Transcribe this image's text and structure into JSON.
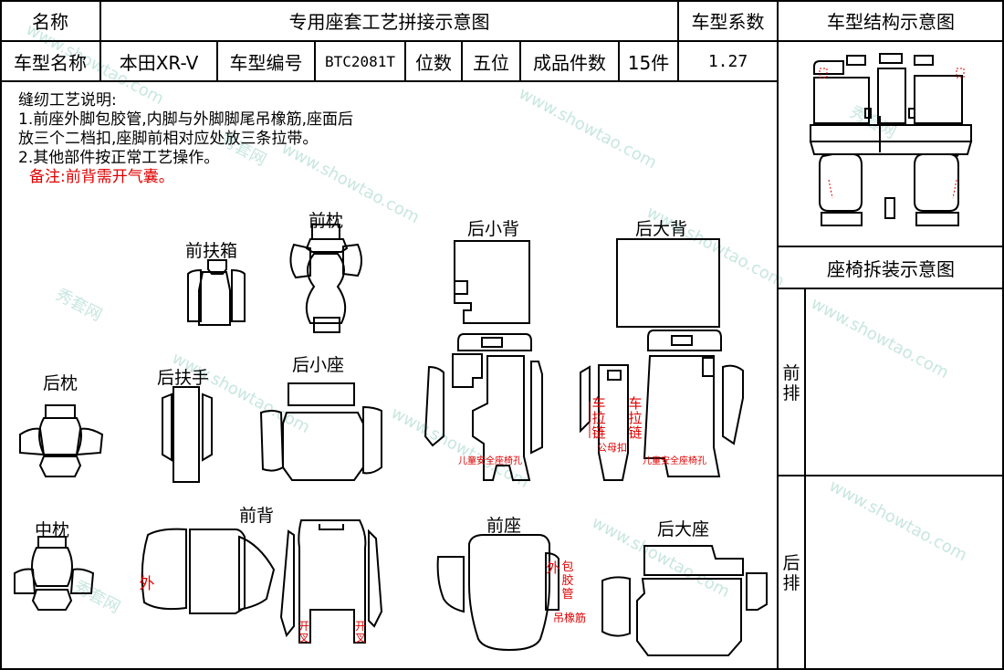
{
  "header": {
    "col_name": "名称",
    "title": "专用座套工艺拼接示意图",
    "coef_label": "车型系数",
    "structure_label": "车型结构示意图"
  },
  "info": {
    "model_label": "车型名称",
    "model_value": "本田XR-V",
    "code_label": "车型编号",
    "code_value": "BTC2081T",
    "seats_label": "位数",
    "seats_value": "五位",
    "pieces_label": "成品件数",
    "pieces_value": "15件",
    "coef_value": "1.27"
  },
  "notes": {
    "heading": "缝纫工艺说明:",
    "line1": "1.前座外脚包胶管,内脚与外脚脚尾吊橡筋,座面后",
    "line2": "放三个二档扣,座脚前相对应处放三条拉带。",
    "line3": "2.其他部件按正常工艺操作。",
    "remark": "备注:前背需开气囊。"
  },
  "parts": {
    "front_armrest_box": "前扶箱",
    "front_pillow": "前枕",
    "rear_small_back": "后小背",
    "rear_big_back": "后大背",
    "rear_pillow": "后枕",
    "rear_armrest": "后扶手",
    "rear_small_seat": "后小座",
    "middle_pillow": "中枕",
    "front_back": "前背",
    "front_seat": "前座",
    "rear_big_seat": "后大座"
  },
  "annotations": {
    "zipper_left": "车拉链",
    "zipper_right": "车拉链",
    "male_female_buckle": "公母扣",
    "child_seat_hole_1": "儿童安全座椅孔",
    "child_seat_hole_2": "儿童安全座椅孔",
    "outer": "外",
    "slit_left": "开叉",
    "slit_right": "开叉",
    "outer_tube": "外",
    "wrap_tube": "包胶管",
    "hang_elastic": "吊橡筋"
  },
  "right_panel": {
    "disassembly_label": "座椅拆装示意图",
    "front_row": "前排",
    "rear_row": "后排"
  },
  "watermark": {
    "cn": "秀套网",
    "url": "www.showtao.com"
  }
}
